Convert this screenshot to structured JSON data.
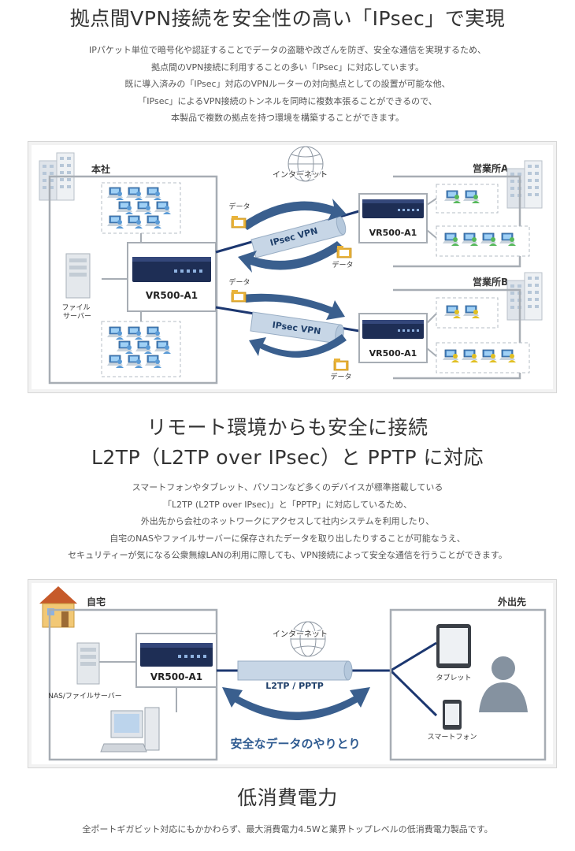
{
  "section1": {
    "title": "拠点間VPN接続を安全性の高い「IPsec」で実現",
    "lines": [
      "IPパケット単位で暗号化や認証することでデータの盗聴や改ざんを防ぎ、安全な通信を実現するため、",
      "拠点間のVPN接続に利用することの多い「IPsec」に対応しています。",
      "既に導入済みの「IPsec」対応のVPNルーターの対向拠点としての設置が可能な他、",
      "「IPsec」によるVPN接続のトンネルを同時に複数本張ることができるので、",
      "本製品で複数の拠点を持つ環境を構築することができます。"
    ],
    "diagram": {
      "hq_label": "本社",
      "file_server_label": "ファイル\nサーバー",
      "router_main": "VR500-A1",
      "internet_label": "インターネット",
      "tunnel_label": "IPsec VPN",
      "data_label": "データ",
      "branch_a_label": "営業所A",
      "branch_b_label": "営業所B",
      "router_a": "VR500-A1",
      "router_b": "VR500-A1"
    }
  },
  "section2": {
    "title_line1": "リモート環境からも安全に接続",
    "title_line2": "L2TP（L2TP over IPsec）と PPTP に対応",
    "lines": [
      "スマートフォンやタブレット、パソコンなど多くのデバイスが標準搭載している",
      "「L2TP (L2TP over IPsec)」と「PPTP」に対応しているため、",
      "外出先から会社のネットワークにアクセスして社内システムを利用したり、",
      "自宅のNASやファイルサーバーに保存されたデータを取り出したりすることが可能なうえ、",
      "セキュリティーが気になる公衆無線LANの利用に際しても、VPN接続によって安全な通信を行うことができます。"
    ],
    "diagram": {
      "home_label": "自宅",
      "router": "VR500-A1",
      "nas_label": "NAS/ファイルサーバー",
      "internet_label": "インターネット",
      "tunnel_label": "L2TP / PPTP",
      "exchange_label": "安全なデータのやりとり",
      "outside_label": "外出先",
      "tablet_label": "タブレット",
      "smartphone_label": "スマートフォン"
    }
  },
  "section3": {
    "title": "低消費電力",
    "text": "全ポートギガビット対応にもかかわらず、最大消費電力4.5Wと業界トップレベルの低消費電力製品です。"
  },
  "colors": {
    "router_body": "#1e2e55",
    "line": "#1c3770",
    "tunnel": "#b9ccdf",
    "arrow": "#3a5f8e",
    "exchange_text": "#2f5b91"
  }
}
